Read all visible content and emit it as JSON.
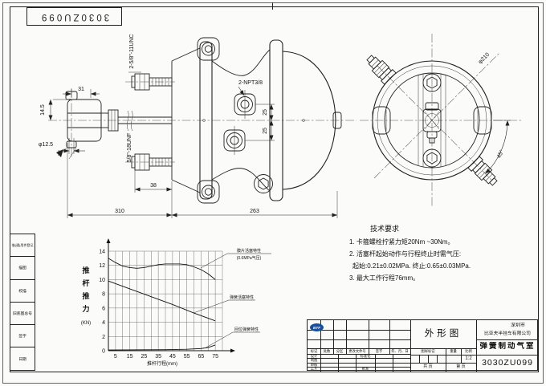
{
  "frame": {
    "drawing_no_rotated": "3030ZU099"
  },
  "margin_strip": {
    "items": [
      "借(通)用件登记",
      "描图",
      "校描",
      "旧底图总号",
      "签字",
      "日期"
    ]
  },
  "side_view": {
    "label_studs": "2-5/8\"-11UNC",
    "label_rod_thread": "5/8\"-18UNF",
    "label_ports": "2-NPT3/8",
    "dim_clevis_depth": "31",
    "dim_clevis_half": "14.5",
    "dim_pin_dia": "φ12.5",
    "dim_stud_len": "38",
    "dim_port_spacing_a": "25",
    "dim_port_spacing_b": "25",
    "dim_length_left": "310",
    "dim_length_right": "263"
  },
  "end_view": {
    "label_dia": "φ210",
    "label_angle": "45°"
  },
  "tech_requirements": {
    "title": "技术要求",
    "lines": [
      "1. 卡箍螺栓拧紧力矩20Nm ~30Nm。",
      "2. 活塞杆起始动作与行程终止时需气压:",
      "起始:0.21±0.02MPa.  终止:0.65±0.03MPa.",
      "3. 最大工作行程76mm。"
    ]
  },
  "chart_data": {
    "type": "line",
    "title": "",
    "xlabel": "推杆行程(mm)",
    "ylabel": "推杆推力",
    "ylabel_unit": "(KN)",
    "xlim": [
      0,
      80
    ],
    "ylim": [
      0,
      14
    ],
    "xticks": [
      5,
      15,
      25,
      35,
      45,
      55,
      65,
      75
    ],
    "yticks": [
      0,
      2,
      4,
      6,
      8,
      10,
      12,
      14
    ],
    "grid_step_x": 5,
    "grid_step_y": 2,
    "grid": true,
    "legend_position": "right-labels",
    "series": [
      {
        "name": "膜片活塞特性(0.6MPa气压)",
        "label": "膜片活塞特性",
        "sublabel": "(0.6MPa气压)",
        "points": [
          [
            0,
            13
          ],
          [
            5,
            12.4
          ],
          [
            10,
            11.9
          ],
          [
            15,
            11.7
          ],
          [
            20,
            11.6
          ],
          [
            25,
            11.7
          ],
          [
            30,
            11.9
          ],
          [
            35,
            12.1
          ],
          [
            40,
            12.2
          ],
          [
            45,
            12.2
          ],
          [
            50,
            12.2
          ],
          [
            55,
            12.1
          ],
          [
            60,
            11.8
          ],
          [
            65,
            11.4
          ],
          [
            70,
            10.8
          ],
          [
            75,
            10
          ]
        ]
      },
      {
        "name": "弹簧活塞特性",
        "label": "弹簧活塞特性",
        "points": [
          [
            0,
            9.8
          ],
          [
            15,
            8.7
          ],
          [
            30,
            7.6
          ],
          [
            45,
            6.5
          ],
          [
            60,
            5.3
          ],
          [
            75,
            4.2
          ]
        ]
      },
      {
        "name": "回位弹簧特性",
        "label": "回位弹簧特性",
        "points": [
          [
            0,
            0.1
          ],
          [
            40,
            0.15
          ],
          [
            55,
            0.2
          ],
          [
            65,
            0.3
          ],
          [
            70,
            0.45
          ],
          [
            75,
            0.8
          ]
        ]
      }
    ]
  },
  "title_block": {
    "view_name": "外形图",
    "logo_text": "BYF",
    "company_city": "深圳市",
    "company_name": "比亚夫半挂车有限公司",
    "product_name": "弹簧制动气室",
    "drawing_number": "3030ZU099",
    "scale_label_row": [
      "图样标记",
      "重量",
      "比例"
    ],
    "scale_value": "1:2",
    "pages_left": "共  页",
    "pages_right": "第  页",
    "rev_header": [
      "标记",
      "处数",
      "分区",
      "更改文件号",
      "签字",
      "年、月、日"
    ],
    "sig_rows": [
      "设计",
      "制图",
      "审核",
      "工艺"
    ],
    "approve_rows": [
      "标准化",
      "批准"
    ]
  }
}
